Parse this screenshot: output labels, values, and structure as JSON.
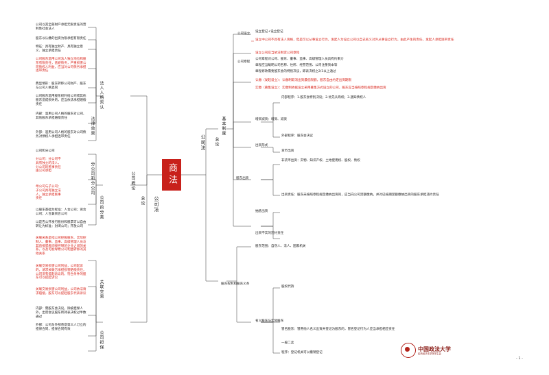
{
  "center": "商法",
  "mid": {
    "gongsifa": "公司法",
    "zonglun": "总论",
    "jibenzhidu": "基本制度",
    "gongsigailun": "公司概论",
    "gongsiben": "公司法",
    "gongsizonglun": "总论",
    "faren": "法人人格否认",
    "falvxiaoguo": "法律效果",
    "fenzigongsi": "分公司和分公司",
    "gongsileixing": "公司的分类",
    "guanlianjiaoyi": "关联交易",
    "gongsidanbao": "公司担保",
    "gongsishezhi": "公司设立",
    "gongsizhangcheng": "公司章程",
    "chuzi": "股东出资",
    "quanliyiwu": "股东权利和股东义务"
  },
  "left": [
    "公司以其全部财产承担无限责任的营利性社会法人",
    "股东以认缴的出资为限承担有限责任",
    "特征：具有独立财产、具有独立意义、独立承担责任",
    "公司股东滥用公司法人独立地位和股东有限责任，逃避债务，严重损害公司债权人利益，应当对公司债务承担连带责任",
    "典型情形：股东转移公司财产、股东与公司人格混同",
    "公司股东滥用股东权利给公司或其他股东造成损失的，应当依法承担赔偿责任",
    "内部：滥用公司人格的股东对公司、其他股东承担赔偿责任",
    "外部：滥用公司人格的股东对公司债务对债权人承担连带责任",
    "公司和分公司",
    "分公司：分公司不具有独立的法人，分公司的民事责任由公司承担",
    "母公司与子公司：子公司具有独立法人，独立承担民事责任",
    "以股东基础为标准：人合公司；资合公司；人合兼资合公司",
    "以是否公开发行股份和股票可以自由转让为标准：封闭公司；开放公司",
    "关联关系是指公司控股股东、实际控制人、董事、监事、高级管理人员与其直接或者间接控制的企业之间的关系，以及可能导致公司利益转移的其他关系",
    "关联交易损害公司利益，公司起诉的，请求关联方承担损害赔偿责任，公司没有提起诉讼的，符合条件的股东可以提起诉讼",
    "关联交易损害公司利益，公司依法请求赔偿，股东可以提起股东代表诉讼",
    "内部：需股东会决议，除被担保人外，出席会议股东所持表决权过半数通过",
    "外部：公司与外部善意第三人订立的担保合同，担保合同有效"
  ],
  "right": [
    "设立登记+设立登记",
    "设立中公司不具有法人资格，但是可以从事设立行为，发起人为设立公司以自己名义对外从事设立行为，由此产生的责任，发起人承担连带责任",
    "设立公司应当依法制定公司章程",
    "公司章程对公司、股东、董事、监事、高级管理人员具有约束力",
    "章程应当载明公司名称、住所、经营范围、公司注册资本等",
    "章程修改需要股东会的特别决议，即表决权之2/3以上通过",
    "认缴（发起设立）：认缴制取消出资最低限额，股东自由约定出资期限",
    "实缴（募集设立）：实缴制依据设立采用募集方式设立的公司，股东应当按照章程规定缴纳出资",
    "内部程序：1.股东会特别决议；2.优先认购权；3.通知债权人",
    "增资减资：增资、减资",
    "外部程序：股东会决议",
    "货币出资",
    "非货币出资：实物、知识产权、土地使用权、股权、债权",
    "出资形式",
    "出资责任：股东未按照章程规定缴纳出资的，应当向公司足额缴纳，并对已按期足额缴纳出资的股东承担违约责任",
    "抽逃出资",
    "出资不实的违约责任",
    "股东范围：自然人、法人、国家机关",
    "股权代持",
    "名义股东与实际股东",
    "冒名股东：冒用他人名义出资并登记为股东的，冒名登记行为人应当承担相应责任",
    "一股二卖",
    "程序：登记机关可以撤销登记"
  ],
  "logo": {
    "name": "中国政法大学",
    "sub": "民商经济法学院学生会"
  },
  "page_number": "- 1 -"
}
